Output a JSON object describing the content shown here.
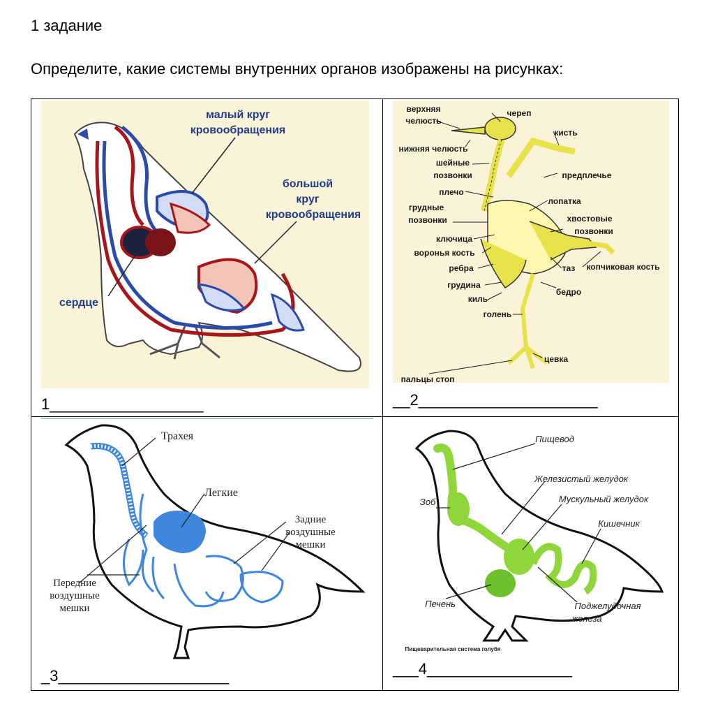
{
  "task": {
    "title": "1 задание",
    "question": "Определите, какие системы внутренних органов изображены на рисунках:"
  },
  "figures": {
    "circulatory": {
      "answer_line": "1__________________",
      "labels": {
        "small_circle_1": "малый круг",
        "small_circle_2": "кровообращения",
        "big_circle_1": "большой",
        "big_circle_2": "круг",
        "big_circle_3": "кровообращения",
        "heart": "сердце"
      }
    },
    "skeleton": {
      "answer_line": "__2_____________________",
      "labels": {
        "upper_jaw_1": "верхняя",
        "upper_jaw_2": "челюсть",
        "skull": "череп",
        "hand": "кисть",
        "lower_jaw": "нижняя челюсть",
        "neck_1": "шейные",
        "neck_2": "позвонки",
        "forearm": "предплечье",
        "shoulder": "плечо",
        "scapula": "лопатка",
        "thoracic_1": "грудные",
        "thoracic_2": "позвонки",
        "tail_1": "хвостовые",
        "tail_2": "позвонки",
        "clavicle": "ключица",
        "coracoid": "воронья кость",
        "ribs": "ребра",
        "pelvis": "таз",
        "pygostyle": "копчиковая кость",
        "sternum": "грудина",
        "femur": "бедро",
        "keel": "киль",
        "tibia": "голень",
        "tarsus": "цевка",
        "toes": "пальцы стоп"
      }
    },
    "respiratory": {
      "answer_line": "_3____________________",
      "labels": {
        "trachea": "Трахея",
        "lungs": "Легкие",
        "rear_1": "Задние",
        "rear_2": "воздушные",
        "rear_3": "мешки",
        "front_1": "Передние",
        "front_2": "воздушные",
        "front_3": "мешки"
      }
    },
    "digestive": {
      "answer_line": "___4_________________",
      "caption": "Пищеварительная система голубя",
      "labels": {
        "esophagus": "Пищевод",
        "gland_stomach": "Железистый желудок",
        "muscle_stomach": "Мускульный желудок",
        "crop": "Зоб",
        "intestine": "Кишечник",
        "liver": "Печень",
        "pancreas_1": "Поджелудочная",
        "pancreas_2": "железа"
      }
    }
  },
  "colors": {
    "artery_red": "#a8161b",
    "vein_blue": "#2c4aa8",
    "panel_bg": "#fbf3d7",
    "bone_yellow": "#e8e24a",
    "lung_blue": "#3f86de",
    "gut_green": "#8fd63a"
  }
}
